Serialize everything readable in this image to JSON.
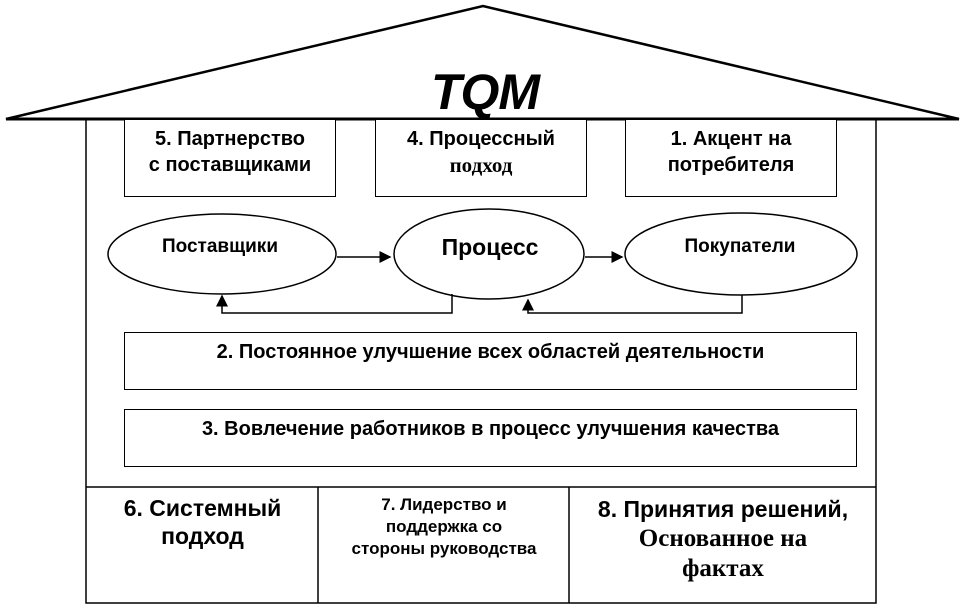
{
  "diagram": {
    "title": "TQM",
    "top_boxes": [
      {
        "line1": "5. Партнерство",
        "line2": "с поставщиками"
      },
      {
        "line1": "4. Процессный",
        "line2": "подход"
      },
      {
        "line1": "1. Акцент на",
        "line2": "потребителя"
      }
    ],
    "flow": {
      "nodes": [
        "Поставщики",
        "Процесс",
        "Покупатели"
      ],
      "edges": [
        {
          "from": "Поставщики",
          "to": "Процесс",
          "type": "forward"
        },
        {
          "from": "Процесс",
          "to": "Покупатели",
          "type": "forward"
        },
        {
          "from": "Процесс",
          "to": "Поставщики",
          "type": "feedback"
        },
        {
          "from": "Покупатели",
          "to": "Процесс",
          "type": "feedback"
        }
      ]
    },
    "wide_boxes": [
      "2. Постоянное улучшение всех областей деятельности",
      "3. Вовлечение работников в процесс улучшения качества"
    ],
    "foundation": [
      {
        "lines": [
          "6. Системный",
          "подход"
        ]
      },
      {
        "lines": [
          "7. Лидерство и",
          "поддержка со",
          "стороны руководства"
        ]
      },
      {
        "lines": [
          "8. Принятия решений,",
          "Основанное на",
          "фактах"
        ]
      }
    ]
  }
}
